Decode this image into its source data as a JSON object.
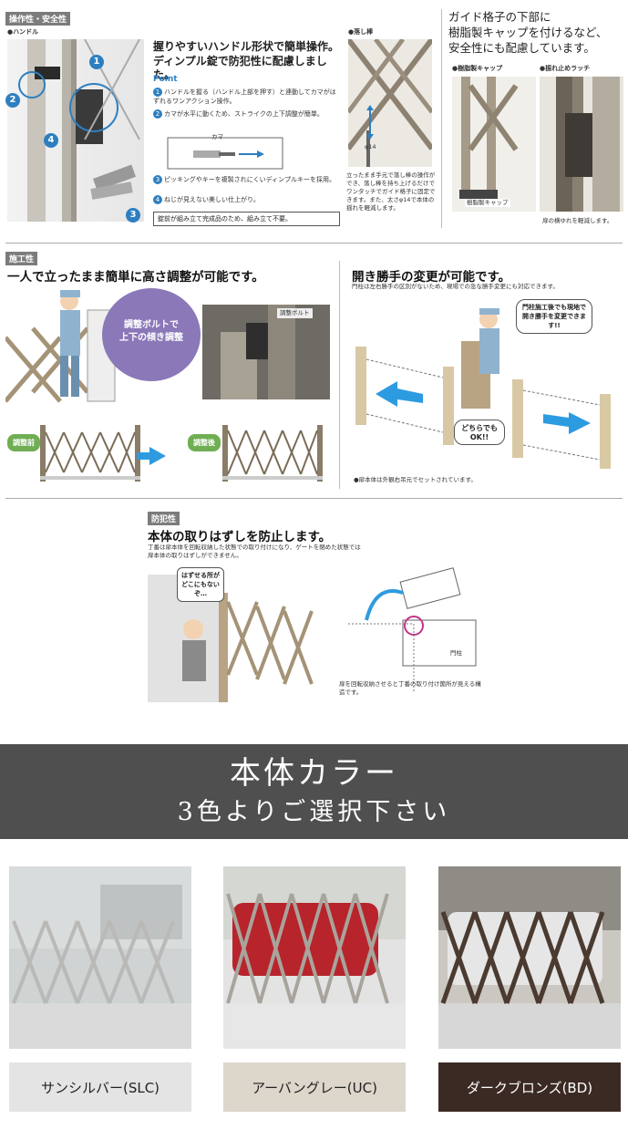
{
  "section1": {
    "tag": "操作性・安全性",
    "handle_label": "●ハンドル",
    "headline_1": "握りやすいハンドル形状で簡単操作。",
    "headline_2": "ディンプル錠で防犯性に配慮しました。",
    "point_label": "Point",
    "points": [
      {
        "num": "1",
        "text": "ハンドルを握る（ハンドル上部を押す）と連動してカマがはずれるワンアクション操作。"
      },
      {
        "num": "2",
        "text": "カマが水平に動くため、ストライクの上下調整が簡単。"
      },
      {
        "num": "3",
        "text": "ピッキングやキーを複製されにくいディンプルキーを採用。"
      },
      {
        "num": "4",
        "text": "ねじが見えない美しい仕上がり。"
      }
    ],
    "kama_label": "カマ",
    "note": "錠前が組み立て完成品のため、組み立て不要。",
    "otoshibo_label": "●落し棒",
    "diameter_label": "φ14",
    "otoshibo_desc": "立ったまま手元で落し棒の操作ができ、落し棒を持ち上げるだけでワンタッチでガイド格子に固定できます。また、太さφ14で本体の揺れを軽減します。",
    "guide_headline_1": "ガイド格子の下部に",
    "guide_headline_2": "樹脂製キャップを付けるなど、",
    "guide_headline_3": "安全性にも配慮しています。",
    "cap_label": "●樹脂製キャップ",
    "latch_label": "●振れ止めラッチ",
    "cap_caption": "樹脂製キャップ",
    "latch_caption": "扉の横ゆれを軽減します。"
  },
  "section2": {
    "tag": "施工性",
    "headline_left": "一人で立ったまま簡単に高さ調整が可能です。",
    "bolt_label_1": "調整ボルトで",
    "bolt_label_2": "上下の傾き調整",
    "bolt_tag": "調整ボルト",
    "before_label": "調整前",
    "after_label": "調整後",
    "headline_right": "開き勝手の変更が可能です。",
    "right_sub": "門柱は左右勝手の区別がないため、現場での急な勝手変更にも対応できます。",
    "bubble_1": "門柱施工後でも現地で開き勝手を変更できます!!",
    "bubble_2": "どちらでもOK!!",
    "right_note": "●扉本体は外観右吊元でセットされています。"
  },
  "section3": {
    "tag": "防犯性",
    "headline": "本体の取りはずしを防止します。",
    "sub": "丁番は扉本体を回転収納した状態での取り付けになり、ゲートを閉めた状態では扉本体の取りはずしができません。",
    "bubble": "はずせる所がどこにもないぞ…",
    "post_label": "門柱",
    "caption": "扉を回転収納させると丁番の取り付け箇所が見える構造です。"
  },
  "banner": {
    "title": "本体カラー",
    "subtitle": "3色よりご選択下さい"
  },
  "colors": [
    {
      "name": "サンシルバー(SLC)",
      "bg": "#e4e4e4",
      "fg": "#222222",
      "gate": "#b9b9b7"
    },
    {
      "name": "アーバングレー(UC)",
      "bg": "#dcd6cb",
      "fg": "#222222",
      "gate": "#a8a49c"
    },
    {
      "name": "ダークブロンズ(BD)",
      "bg": "#3b2a24",
      "fg": "#ffffff",
      "gate": "#4a3a30"
    }
  ]
}
